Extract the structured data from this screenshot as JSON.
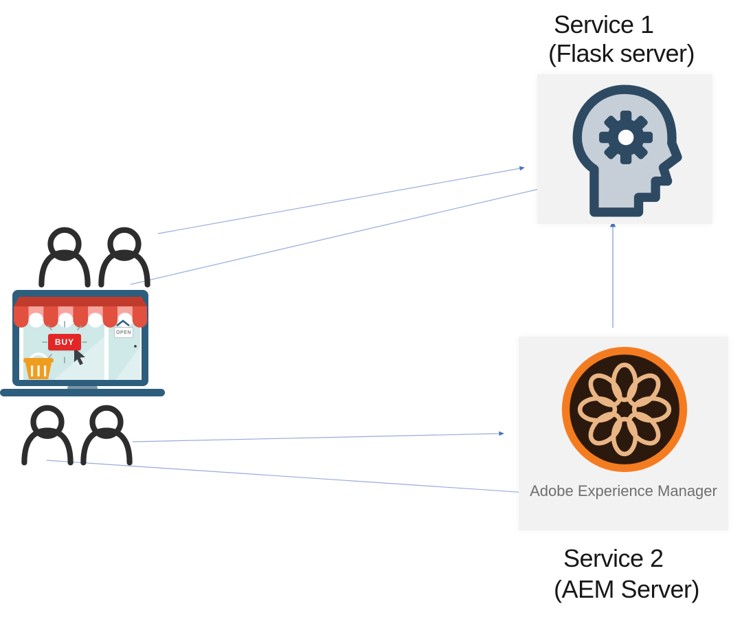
{
  "diagram": {
    "service1": {
      "title_line1": "Service 1",
      "title_line2": "(Flask server)",
      "icon": "head-with-gear-icon"
    },
    "service2": {
      "title_line1": "Service 2",
      "title_line2": "(AEM Server)",
      "logo_caption": "Adobe Experience Manager",
      "icon": "adobe-experience-manager-logo"
    },
    "storefront": {
      "buy_label": "BUY",
      "open_label": "OPEN",
      "icon": "online-shop-laptop-illustration"
    },
    "users": {
      "top_count": 2,
      "bottom_count": 2,
      "icon": "person-icon"
    },
    "connectors": [
      {
        "from": "top-users",
        "to": "service-1-flask"
      },
      {
        "from": "top-users",
        "to": "service-1-flask"
      },
      {
        "from": "bottom-users",
        "to": "service-2-aem"
      },
      {
        "from": "bottom-users",
        "to": "service-2-aem"
      },
      {
        "from": "service-2-aem",
        "to": "service-1-flask"
      }
    ]
  },
  "colors": {
    "box_background": "#f2f2f2",
    "connector_line": "#96abdc",
    "connector_arrow": "#4a72c4",
    "head_outline": "#2e4a63",
    "head_fill": "#c6cfd8",
    "aem_orange": "#f47c20",
    "aem_dark": "#2c190d",
    "aem_knot_tan": "#e9b584",
    "caption_grey": "#6f6f6f",
    "laptop_frame": "#2d5e7d",
    "awning_red": "#e2503f",
    "awning_pink": "#f8a5a0",
    "awning_band": "#c13b2c",
    "window_teal": "#cfe8e8",
    "basket_orange": "#ef9d1f",
    "buy_red": "#e32726",
    "user_stroke": "#2d2d2d"
  }
}
